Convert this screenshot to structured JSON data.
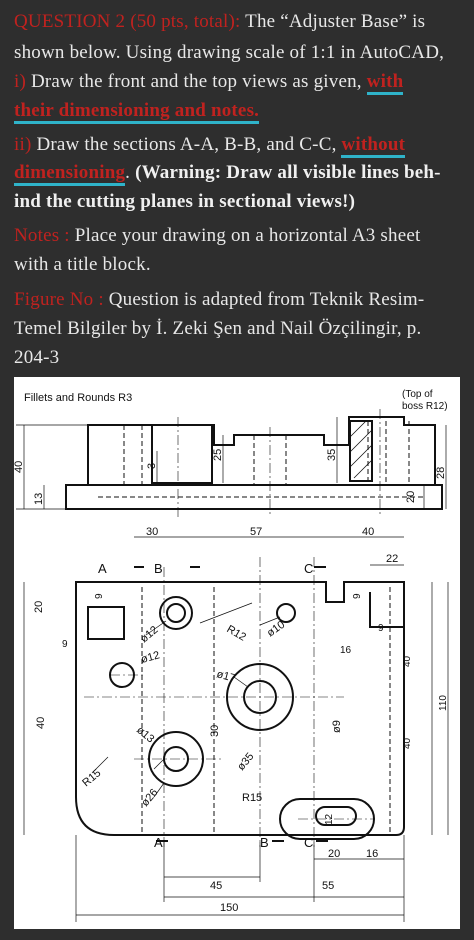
{
  "question": {
    "heading": "QUESTION 2 (50 pts, total):",
    "intro_a": "The “Adjuster Base” is",
    "intro_b": "shown below.  Using drawing scale of 1:1 in AutoCAD,",
    "part_i_marker": "i)",
    "part_i_text": "Draw the front and the top views as given,",
    "part_i_emph_a": "with",
    "part_i_emph_b": "their dimensioning and notes.",
    "part_ii_marker": "ii)",
    "part_ii_text": "Draw the sections A-A,  B-B,  and C-C,",
    "part_ii_emph_a": "without",
    "part_ii_emph_b": "dimensioning",
    "part_ii_tail": ". ",
    "warning_a": "(Warning: Draw all visible lines beh-",
    "warning_b": "ind the cutting planes in sectional views!)",
    "notes_label": "Notes :",
    "notes_a": "Place your drawing on a horizontal A3 sheet",
    "notes_b": "with a title block.",
    "figure_label": "Figure No :",
    "figure_a": "Question is adapted from Teknik Resim-",
    "figure_b": "Temel Bilgiler by İ. Zeki Şen and Nail Özçilingir, p.",
    "figure_c": "204-3"
  },
  "drawing": {
    "note_fillets": "Fillets and Rounds R3",
    "note_top_a": "(Top of",
    "note_top_b": "boss R12)",
    "dims": {
      "d40": "40",
      "d13": "13",
      "d3": "3",
      "d25": "25",
      "d35": "35",
      "d20": "20",
      "d28": "28",
      "d30": "30",
      "d57": "57",
      "d40b": "40",
      "d22": "22",
      "d9a": "9",
      "d9b": "9",
      "d20v": "20",
      "d9c": "9",
      "d16": "16",
      "d9d": "9",
      "d40v": "40",
      "d40w": "40",
      "d110": "110",
      "d12a": "ø12",
      "d12b": "ø12",
      "r12": "R12",
      "d10": "ø10",
      "d17": "ø17",
      "d9e": "ø9",
      "d13c": "ø13",
      "d30v": "30",
      "d35c": "ø35",
      "d26": "ø26",
      "r15a": "R15",
      "r15b": "R15",
      "d12s": "12",
      "d40l": "40",
      "d20b": "20",
      "d16b": "16",
      "d45": "45",
      "d55": "55",
      "d150": "150"
    },
    "labels": {
      "A": "A",
      "B": "B",
      "C": "C"
    }
  }
}
